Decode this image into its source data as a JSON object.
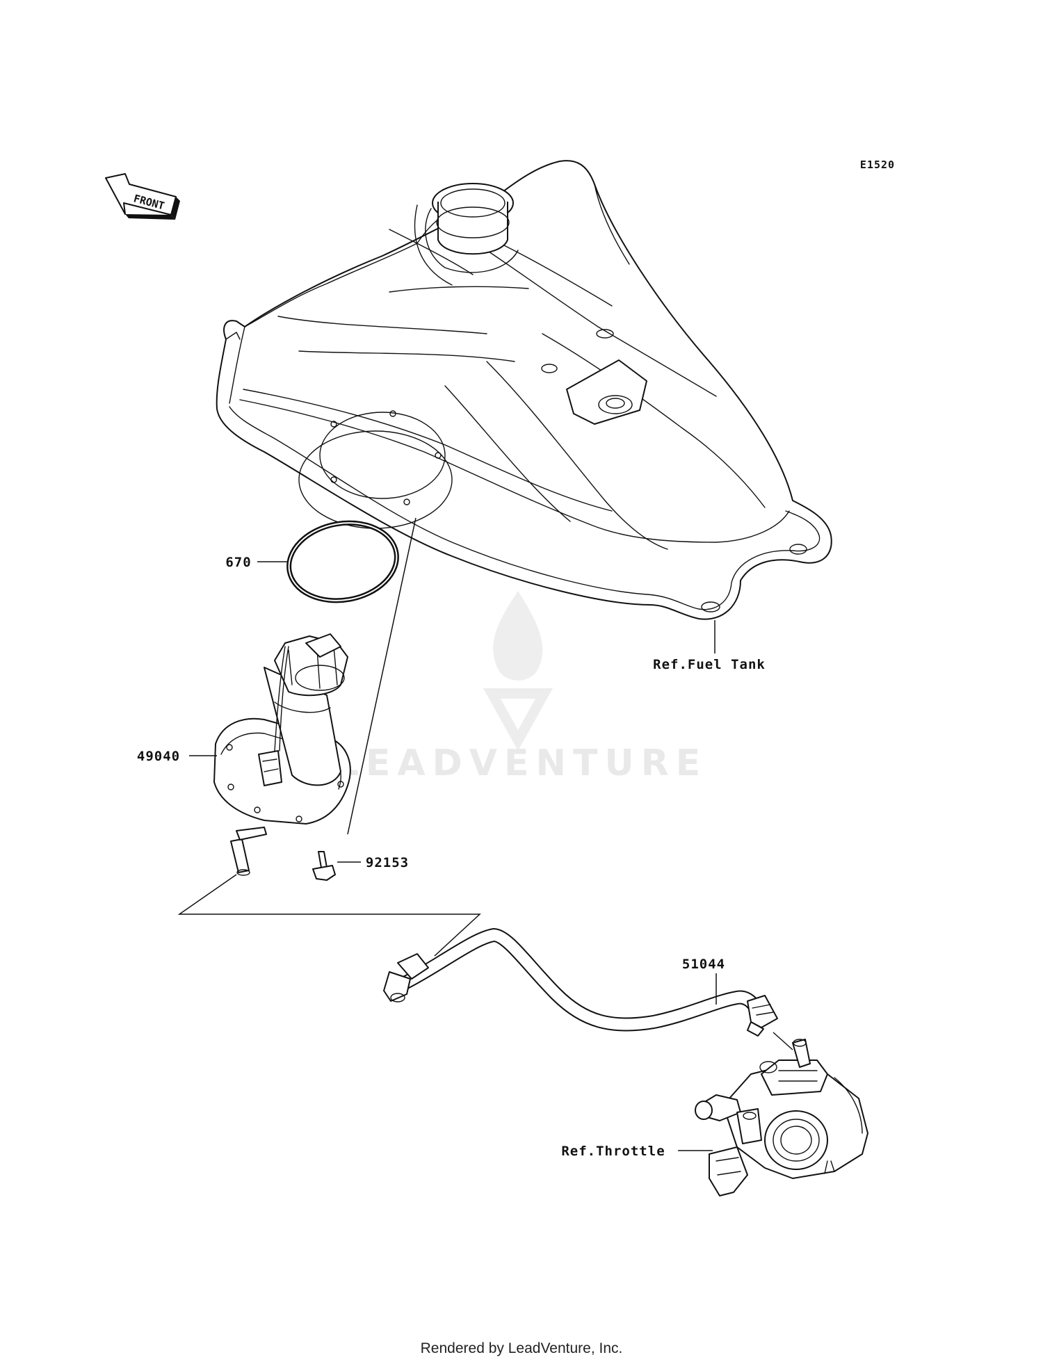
{
  "diagram": {
    "code": "E1520",
    "front_label": "FRONT",
    "watermark": "LEADVENTURE",
    "footer": "Rendered by LeadVenture, Inc."
  },
  "callouts": {
    "gasket": "670",
    "fuel_pump": "49040",
    "bolt": "92153",
    "fuel_hose": "51044",
    "ref_fuel_tank": "Ref.Fuel Tank",
    "ref_throttle": "Ref.Throttle"
  }
}
